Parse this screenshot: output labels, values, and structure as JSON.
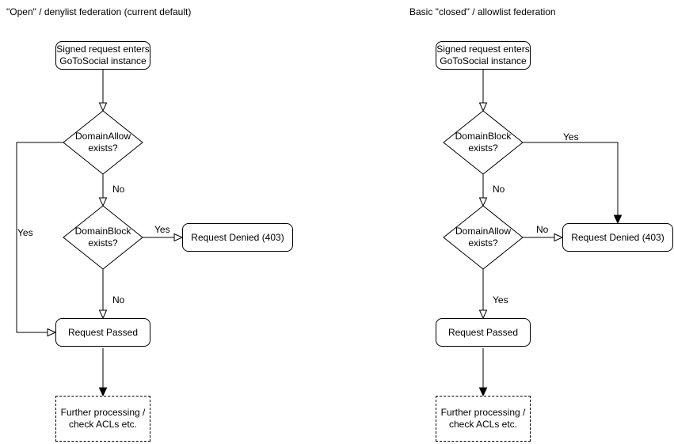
{
  "colors": {
    "stroke": "#000000",
    "node_fill": "#ffffff",
    "text": "#000000"
  },
  "left": {
    "title": "\"Open\" / denylist federation (current default)",
    "start": "Signed request enters\nGoToSocial instance",
    "decision1": "DomainAllow\nexists?",
    "decision1_yes": "Yes",
    "decision1_no": "No",
    "decision2": "DomainBlock\nexists?",
    "decision2_yes": "Yes",
    "decision2_no": "No",
    "denied": "Request Denied (403)",
    "passed": "Request Passed",
    "further": "Further processing /\ncheck ACLs etc."
  },
  "right": {
    "title": "Basic \"closed\" / allowlist federation",
    "start": "Signed request enters\nGoToSocial instance",
    "decision1": "DomainBlock\nexists?",
    "decision1_yes": "Yes",
    "decision1_no": "No",
    "decision2": "DomainAllow\nexists?",
    "decision2_no": "No",
    "decision2_yes": "Yes",
    "denied": "Request Denied (403)",
    "passed": "Request Passed",
    "further": "Further processing /\ncheck ACLs etc."
  }
}
